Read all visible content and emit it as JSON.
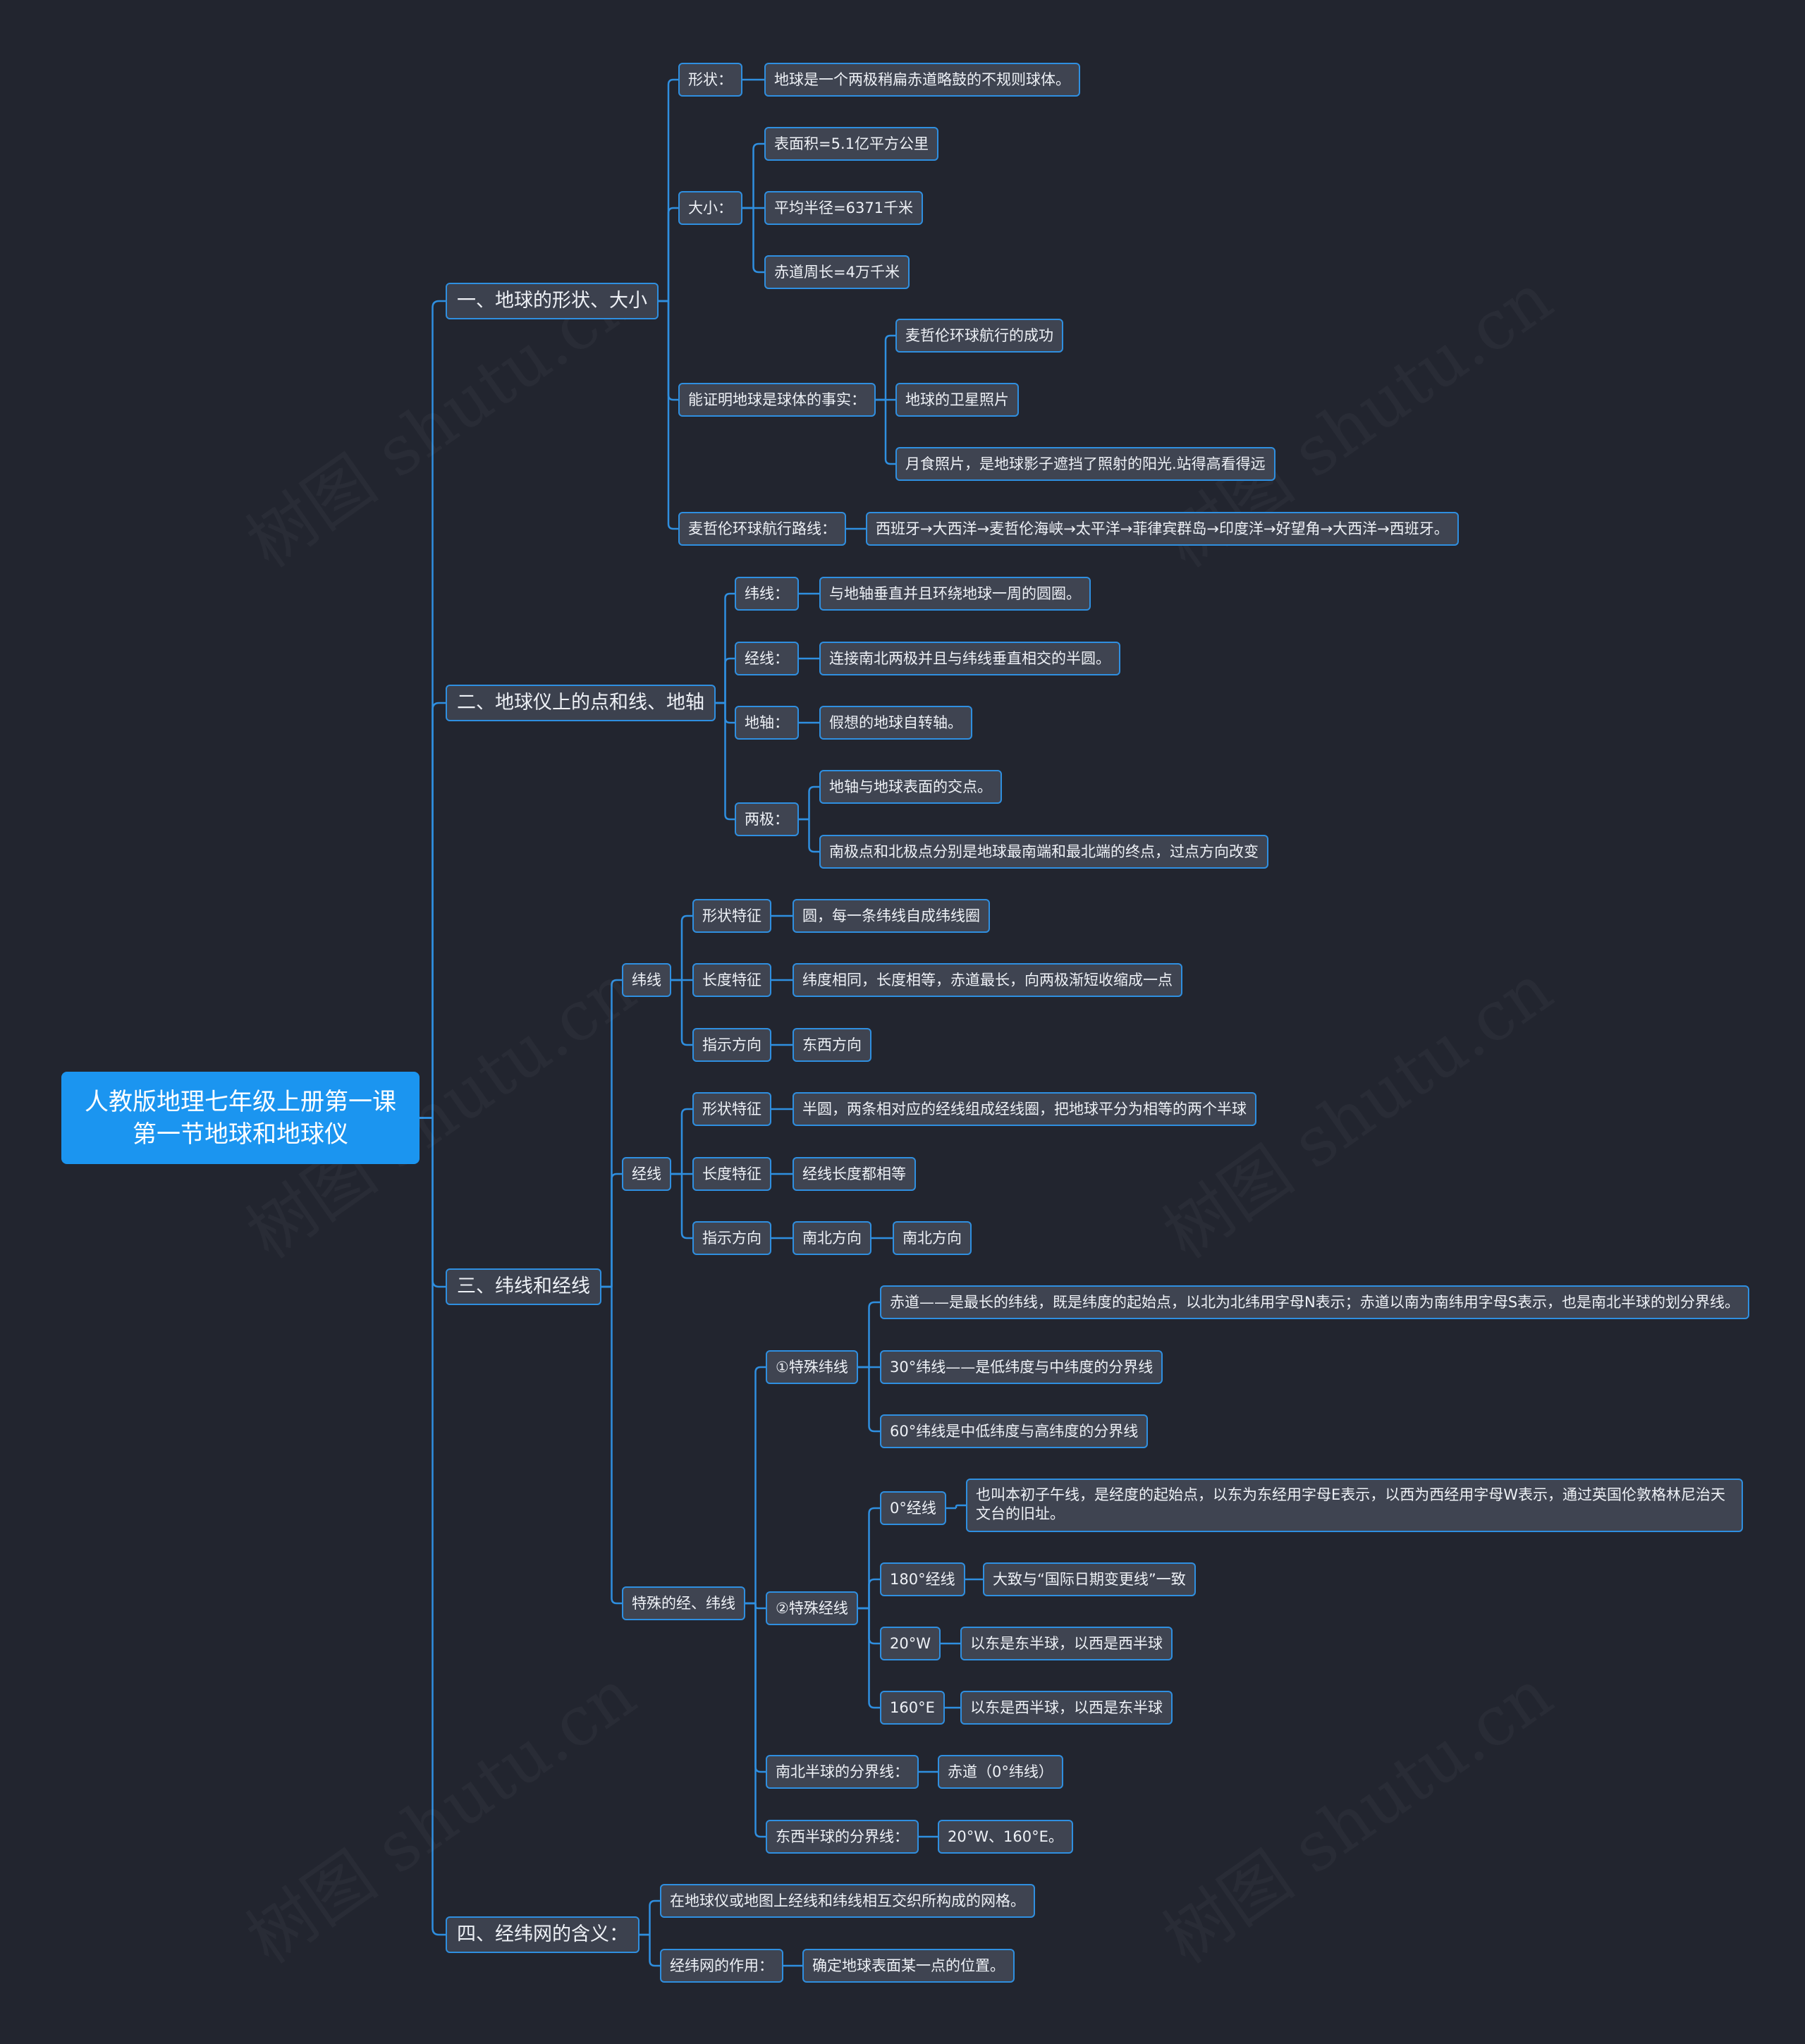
{
  "root": "人教版地理七年级上册第一课 第一节地球和地球仪",
  "s1": {
    "title": "一、地球的形状、大小",
    "shape_label": "形状：",
    "shape_text": "地球是一个两极稍扁赤道略鼓的不规则球体。",
    "size_label": "大小：",
    "size_items": [
      "表面积=5.1亿平方公里",
      "平均半径=6371千米",
      "赤道周长=4万千米"
    ],
    "proof_label": "能证明地球是球体的事实：",
    "proof_items": [
      "麦哲伦环球航行的成功",
      "地球的卫星照片",
      "月食照片，是地球影子遮挡了照射的阳光.站得高看得远"
    ],
    "route_label": "麦哲伦环球航行路线：",
    "route_text": "西班牙→大西洋→麦哲伦海峡→太平洋→菲律宾群岛→印度洋→好望角→大西洋→西班牙。"
  },
  "s2": {
    "title": "二、地球仪上的点和线、地轴",
    "lat_label": "纬线：",
    "lat_text": "与地轴垂直并且环绕地球一周的圆圈。",
    "lon_label": "经线：",
    "lon_text": "连接南北两极并且与纬线垂直相交的半圆。",
    "axis_label": "地轴：",
    "axis_text": "假想的地球自转轴。",
    "poles_label": "两极：",
    "poles_items": [
      "地轴与地球表面的交点。",
      "南极点和北极点分别是地球最南端和最北端的终点，过点方向改变"
    ]
  },
  "s3": {
    "title": "三、纬线和经线",
    "lat": {
      "label": "纬线",
      "shape_label": "形状特征",
      "shape_text": "圆，每一条纬线自成纬线圈",
      "len_label": "长度特征",
      "len_text": "纬度相同，长度相等，赤道最长，向两极渐短收缩成一点",
      "dir_label": "指示方向",
      "dir_text": "东西方向"
    },
    "lon": {
      "label": "经线",
      "shape_label": "形状特征",
      "shape_text": "半圆，两条相对应的经线组成经线圈，把地球平分为相等的两个半球",
      "len_label": "长度特征",
      "len_text": "经线长度都相等",
      "dir_label": "指示方向",
      "dir_text": "南北方向",
      "dir_text2": "南北方向"
    },
    "special": {
      "label": "特殊的经、纬线",
      "lat_label": "①特殊纬线",
      "lat_items": [
        "赤道——是最长的纬线，既是纬度的起始点，以北为北纬用字母N表示；赤道以南为南纬用字母S表示，也是南北半球的划分界线。",
        "30°纬线——是低纬度与中纬度的分界线",
        "60°纬线是中低纬度与高纬度的分界线"
      ],
      "lon_label": "②特殊经线",
      "lon_0_label": "0°经线",
      "lon_0_text": "也叫本初子午线，是经度的起始点，以东为东经用字母E表示，以西为西经用字母W表示，通过英国伦敦格林尼治天文台的旧址。",
      "lon_180_label": "180°经线",
      "lon_180_text": "大致与“国际日期变更线”一致",
      "lon_20w_label": "20°W",
      "lon_20w_text": "以东是东半球，以西是西半球",
      "lon_160e_label": "160°E",
      "lon_160e_text": "以东是西半球，以西是东半球",
      "ns_label": "南北半球的分界线：",
      "ns_text": "赤道（0°纬线）",
      "ew_label": "东西半球的分界线：",
      "ew_text": "20°W、160°E。"
    }
  },
  "s4": {
    "title": "四、经纬网的含义：",
    "meaning": "在地球仪或地图上经线和纬线相互交织所构成的网格。",
    "use_label": "经纬网的作用：",
    "use_text": "确定地球表面某一点的位置。"
  },
  "watermark": "树图 shutu.cn",
  "colors": {
    "background": "#22252f",
    "node_fill": "#3f4451",
    "accent": "#2f8fe0",
    "root_fill": "#1b95f0"
  }
}
